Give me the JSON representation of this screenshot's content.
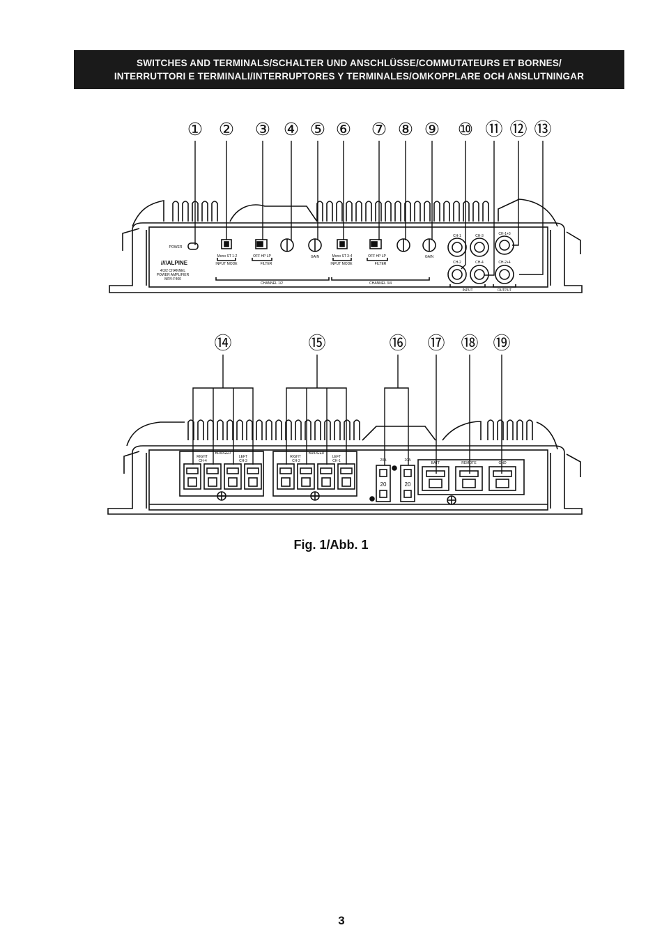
{
  "header": {
    "line1": "SWITCHES AND TERMINALS/SCHALTER UND ANSCHLÜSSE/COMMUTATEURS ET BORNES/",
    "line2": "INTERRUTTORI E TERMINALI/INTERRUPTORES Y TERMINALES/OMKOPPLARE OCH ANSLUTNINGAR"
  },
  "callouts_top": [
    "①",
    "②",
    "③",
    "④",
    "⑤",
    "⑥",
    "⑦",
    "⑧",
    "⑨",
    "⑩",
    "⑪",
    "⑫",
    "⑬"
  ],
  "callouts_bottom": [
    "⑭",
    "⑮",
    "⑯",
    "⑰",
    "⑱",
    "⑲"
  ],
  "panel_top": {
    "power_label": "POWER",
    "brand": "////ALPINE",
    "model_lines": [
      "4/3/2 CHANNEL",
      "POWER AMPLIFIER",
      "MRV-F400"
    ],
    "input_mode_label": "INPUT MODE",
    "filter_label": "FILTER",
    "gain_label": "GAIN",
    "channel_12": "CHANNEL 1/2",
    "channel_34": "CHANNEL 3/4",
    "switch_labels_a": "Mono  ST  1-2",
    "switch_labels_b": "OFF  HP  LP",
    "switch_labels_c": "Mono  ST  3-4",
    "jack_labels": [
      "CH-1",
      "CH-3",
      "CH-1+3",
      "CH-2",
      "CH-4",
      "CH-2+4"
    ],
    "input_label": "INPUT",
    "output_label": "OUTPUT"
  },
  "panel_bottom": {
    "right": "RIGHT",
    "left": "LEFT",
    "bridged": "BRIDGED",
    "ch4": "CH-4",
    "ch3": "CH-3",
    "ch2": "CH-2",
    "ch1": "CH-1",
    "fuse_value": "20",
    "fuse_label": "20A",
    "batt": "BATT",
    "remote": "REMOTE",
    "gnd": "GND"
  },
  "caption": "Fig. 1/Abb. 1",
  "page_number": "3"
}
